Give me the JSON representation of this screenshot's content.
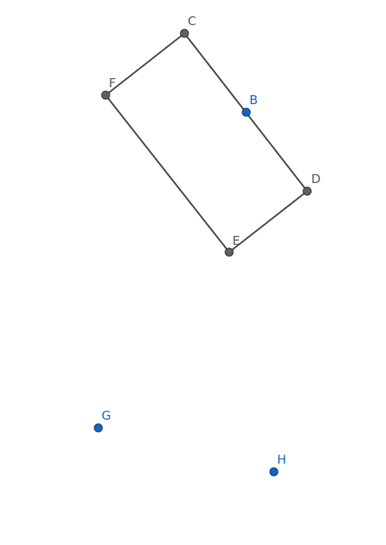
{
  "points": {
    "C": {
      "label": "C",
      "kind": "dependent",
      "color": "#616161"
    },
    "F": {
      "label": "F",
      "kind": "dependent",
      "color": "#616161"
    },
    "B": {
      "label": "B",
      "kind": "free",
      "color": "#1565c0"
    },
    "D": {
      "label": "D",
      "kind": "dependent",
      "color": "#616161"
    },
    "E": {
      "label": "E",
      "kind": "dependent",
      "color": "#616161"
    },
    "G": {
      "label": "G",
      "kind": "free",
      "color": "#1565c0"
    },
    "H": {
      "label": "H",
      "kind": "free",
      "color": "#1565c0"
    }
  },
  "polygon": [
    "C",
    "D",
    "E",
    "F"
  ],
  "segment_color": "#444444"
}
